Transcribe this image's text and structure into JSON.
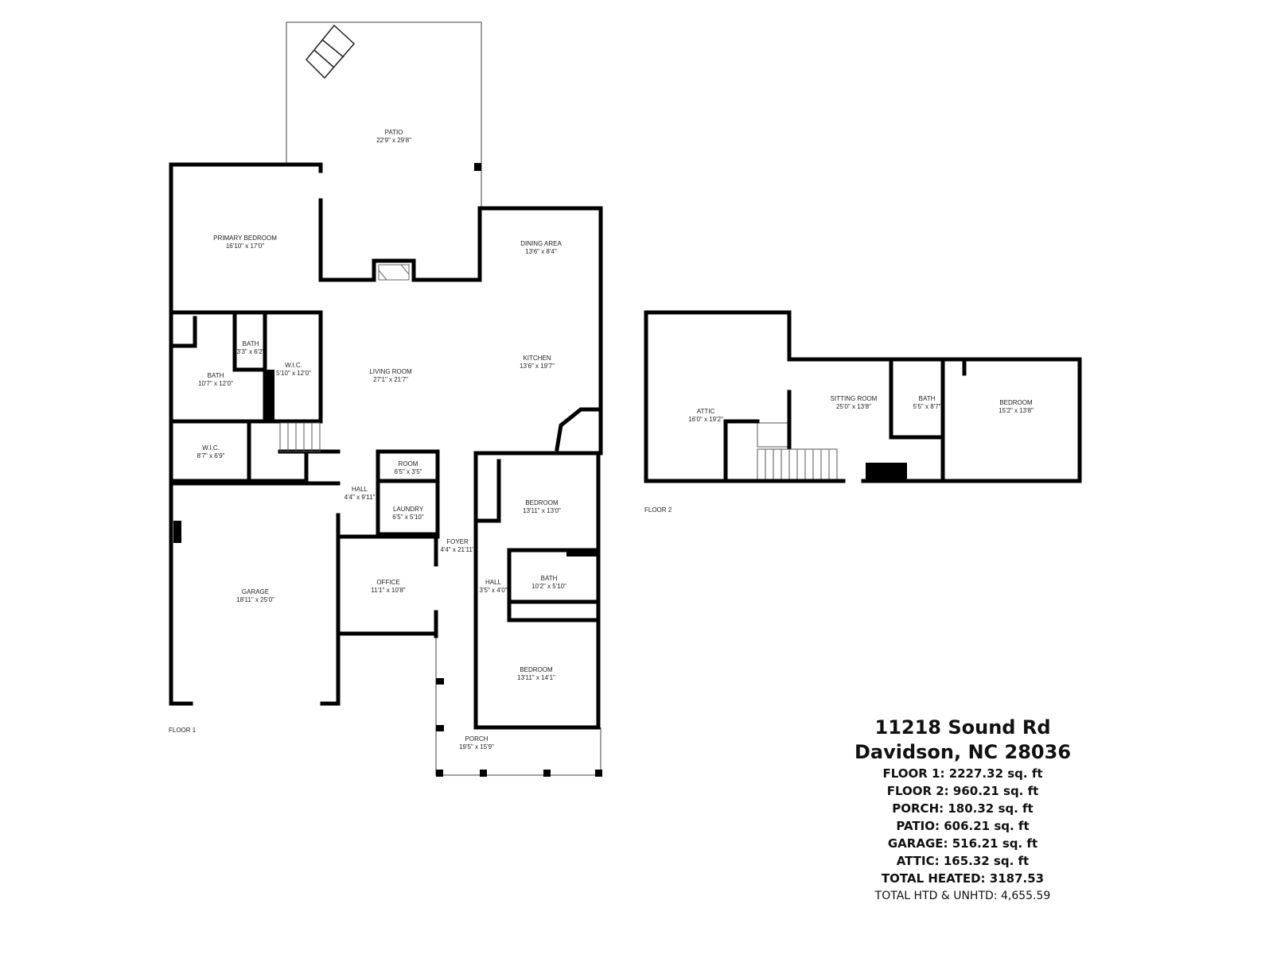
{
  "floor1": {
    "label": "FLOOR 1",
    "rooms": [
      {
        "name": "PATIO",
        "dims": "22'9\" x 29'8\""
      },
      {
        "name": "PRIMARY BEDROOM",
        "dims": "16'10\" x 17'0\""
      },
      {
        "name": "DINING AREA",
        "dims": "13'6\" x 8'4\""
      },
      {
        "name": "BATH",
        "dims": "3'3\" x 6'2\""
      },
      {
        "name": "W.I.C.",
        "dims": "5'10\" x 12'0\""
      },
      {
        "name": "BATH",
        "dims": "10'7\" x 12'0\""
      },
      {
        "name": "LIVING ROOM",
        "dims": "27'1\" x 21'7\""
      },
      {
        "name": "KITCHEN",
        "dims": "13'6\" x 19'7\""
      },
      {
        "name": "W.I.C.",
        "dims": "8'7\" x 6'9\""
      },
      {
        "name": "ROOM",
        "dims": "6'5\" x 3'5\""
      },
      {
        "name": "HALL",
        "dims": "4'4\" x 9'11\""
      },
      {
        "name": "LAUNDRY",
        "dims": "6'5\" x 5'10\""
      },
      {
        "name": "BEDROOM",
        "dims": "13'11\" x 13'0\""
      },
      {
        "name": "FOYER",
        "dims": "4'4\" x 21'11\""
      },
      {
        "name": "GARAGE",
        "dims": "18'11\" x 25'0\""
      },
      {
        "name": "OFFICE",
        "dims": "11'1\" x 10'8\""
      },
      {
        "name": "HALL",
        "dims": "3'5\" x 4'0\""
      },
      {
        "name": "BATH",
        "dims": "10'2\" x 5'10\""
      },
      {
        "name": "BEDROOM",
        "dims": "13'11\" x 14'1\""
      },
      {
        "name": "PORCH",
        "dims": "19'5\" x 15'9\""
      }
    ]
  },
  "floor2": {
    "label": "FLOOR 2",
    "rooms": [
      {
        "name": "ATTIC",
        "dims": "16'0\" x 19'2\""
      },
      {
        "name": "SITTING ROOM",
        "dims": "25'0\" x 13'8\""
      },
      {
        "name": "BATH",
        "dims": "5'5\" x 8'7\""
      },
      {
        "name": "BEDROOM",
        "dims": "15'2\" x 13'8\""
      }
    ]
  },
  "summary": {
    "address_line1": "11218 Sound Rd",
    "address_line2": "Davidson, NC 28036",
    "stats": [
      "FLOOR 1:  2227.32 sq. ft",
      "FLOOR 2:  960.21 sq. ft",
      "PORCH:  180.32 sq. ft",
      "PATIO:  606.21 sq. ft",
      "GARAGE:  516.21 sq. ft",
      "ATTIC:  165.32 sq. ft",
      "TOTAL HEATED:  3187.53"
    ],
    "total_all": "TOTAL HTD & UNHTD: 4,655.59"
  }
}
